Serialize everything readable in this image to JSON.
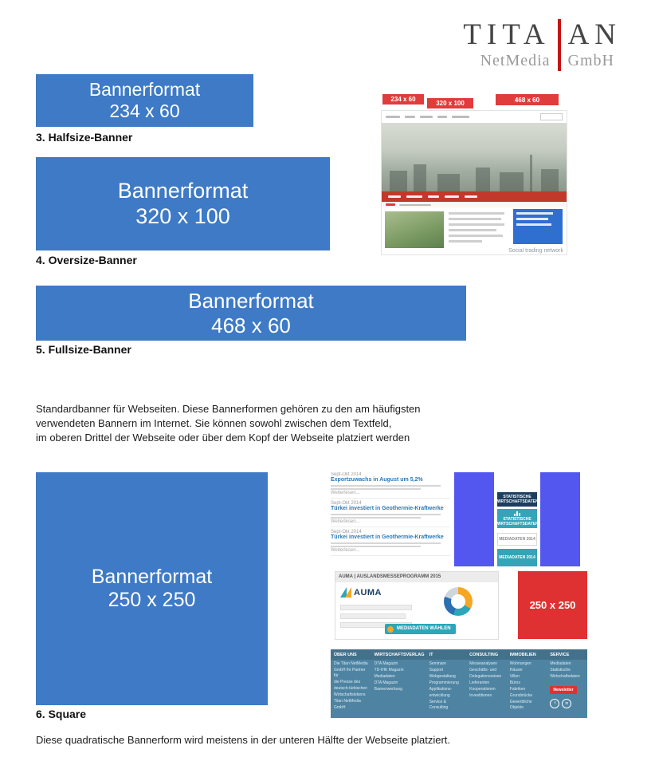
{
  "logo": {
    "top_left": "TITA",
    "top_right": "AN",
    "bottom_left": "NetMedia",
    "bottom_right": "GmbH"
  },
  "banners": [
    {
      "title": "Bannerformat",
      "size": "234 x 60",
      "label": "3. Halfsize-Banner"
    },
    {
      "title": "Bannerformat",
      "size": "320 x 100",
      "label": "4. Oversize-Banner"
    },
    {
      "title": "Bannerformat",
      "size": "468 x 60",
      "label": "5. Fullsize-Banner"
    },
    {
      "title": "Bannerformat",
      "size": "250 x 250",
      "label": "6. Square"
    }
  ],
  "intro_paragraph": {
    "line1": "Standardbanner für Webseiten. Diese Bannerformen gehören zu den am  häufigsten",
    "line2": "verwendeten Bannern im Internet. Sie können sowohl zwischen dem Textfeld,",
    "line3": "im oberen Drittel der Webseite oder über dem Kopf der Webseite platziert werden"
  },
  "square_paragraph": "Diese quadratische Bannerform wird meistens in der unteren Hälfte der Webseite platziert.",
  "preview_top": {
    "labels": [
      "234 x 60",
      "320 x 100",
      "468 x 60"
    ],
    "ad_caption": "Social trading network"
  },
  "preview_bottom": {
    "news": [
      {
        "date": "Sept-Okt 2014",
        "headline": "Exportzuwachs in August um 5,2%",
        "more": "Weiterlesen..."
      },
      {
        "date": "Sept-Okt 2014",
        "headline": "Türkei investiert in Geothermie-Kraftwerke",
        "more": "Weiterlesen..."
      },
      {
        "date": "Sept-Okt 2014",
        "headline": "Türkei investiert in Geothermie-Kraftwerke",
        "more": "Weiterlesen..."
      }
    ],
    "badges": {
      "stat_label": "STATISTISCHE WIRTSCHAFTSDATEN",
      "stat_button": "STATISTISCHE WIRTSCHAFTSDATEN",
      "media_label": "MEDIADATEN 2014",
      "media_button": "MEDIADATEN 2014"
    },
    "auma": {
      "header": "AUMA | AUSLANDSMESSEPROGRAMM 2015",
      "logo": "AUMA",
      "button": "MEDIADATEN WÄHLEN"
    },
    "red_square": "250 x 250",
    "footer": {
      "columns": [
        {
          "header": "ÜBER UNS",
          "items": [
            "Die Titan NetMedia",
            "GmbH Ihr Partner für",
            "die Presse des",
            "deutsch-türkischen",
            "Wirtschaftslebens",
            "Titan NetMedia",
            "GmbH"
          ]
        },
        {
          "header": "WIRTSCHAFTSVERLAG",
          "items": [
            "DTA Magazin",
            "TD-IHK Magazin",
            "Mediadaten",
            "DTA Magazin",
            "Bannerwerbung"
          ]
        },
        {
          "header": "IT",
          "items": [
            "Seminare",
            "Support",
            "Webgestaltung",
            "Programmierung",
            "Applikations-",
            "entwicklung",
            "Service & Consulting"
          ]
        },
        {
          "header": "CONSULTING",
          "items": [
            "Messeanalysen",
            "Geschäfts- und",
            "Delegationsreisen",
            "Lieferanten",
            "Kooperationen",
            "Investitionen"
          ]
        },
        {
          "header": "IMMOBILIEN",
          "items": [
            "Wohnungen",
            "Häuser",
            "Villen",
            "Büros",
            "Fabriken",
            "Grundstücke",
            "Gewerbliche Objekte"
          ]
        },
        {
          "header": "SERVICE",
          "items": [
            "Mediadaten",
            "Statistische",
            "Wirtschaftsdaten"
          ]
        }
      ],
      "newsletter": "Newsletter",
      "social": [
        "f",
        "in"
      ]
    }
  },
  "colors": {
    "banner_blue": "#3e7ac5",
    "accent_red": "#df3131",
    "chip_red": "#e03c3c",
    "footer_teal": "#4e84a2",
    "skyscraper_blue": "#5457ef",
    "badge_teal": "#35a4b8",
    "logo_red": "#c41414"
  }
}
